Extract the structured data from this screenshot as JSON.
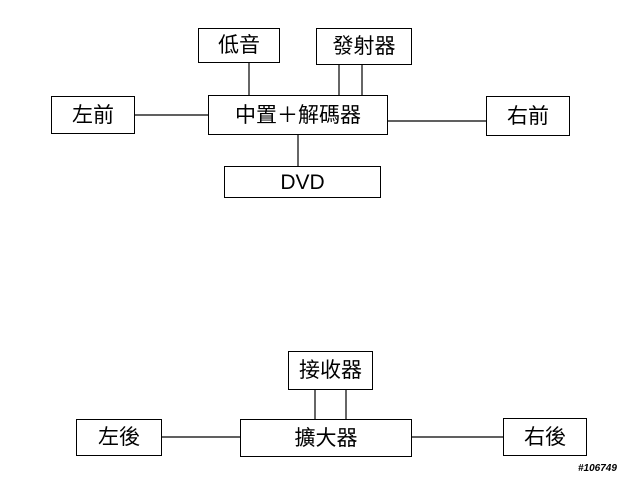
{
  "front_system": {
    "subwoofer": "低音",
    "transmitter": "發射器",
    "front_left": "左前",
    "center_decoder": "中置＋解碼器",
    "front_right": "右前",
    "dvd": "DVD"
  },
  "rear_system": {
    "receiver": "接收器",
    "rear_left": "左後",
    "amplifier": "擴大器",
    "rear_right": "右後"
  },
  "image_id": "#106749"
}
